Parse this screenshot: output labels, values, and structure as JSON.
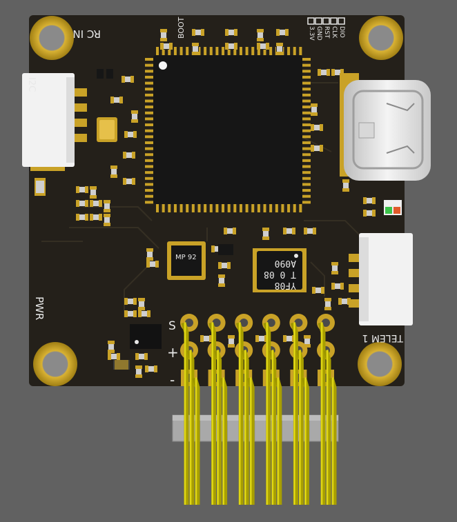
{
  "board": {
    "colors": {
      "background": "#616161",
      "soldermask": "#24201a",
      "pad_gold": "#c9a227",
      "silkscreen": "#e8e8e8",
      "pin_yellow": "#e8e000",
      "connector_white": "#f2f2f2",
      "header_plastic": "#a9a9a9",
      "chip_black": "#161616"
    },
    "silkscreen": {
      "rc_in": "RC IN",
      "boot": "BOOT",
      "i2c": "I2C",
      "pwr": "PWR",
      "telem": "TELEM 1",
      "swd_dio": "DIO",
      "swd_clk": "CLK",
      "swd_rst": "RST",
      "swd_gnd": "GND",
      "swd_3v3": "3.3V",
      "row_s": "S",
      "row_plus": "+",
      "row_minus": "-"
    },
    "chips": {
      "imu_line1": "MP 92",
      "flash_line1": "YF08",
      "flash_line2": "T 0 08",
      "flash_line3": "A090"
    },
    "header": {
      "pin_count": 6,
      "rows": 3
    }
  }
}
